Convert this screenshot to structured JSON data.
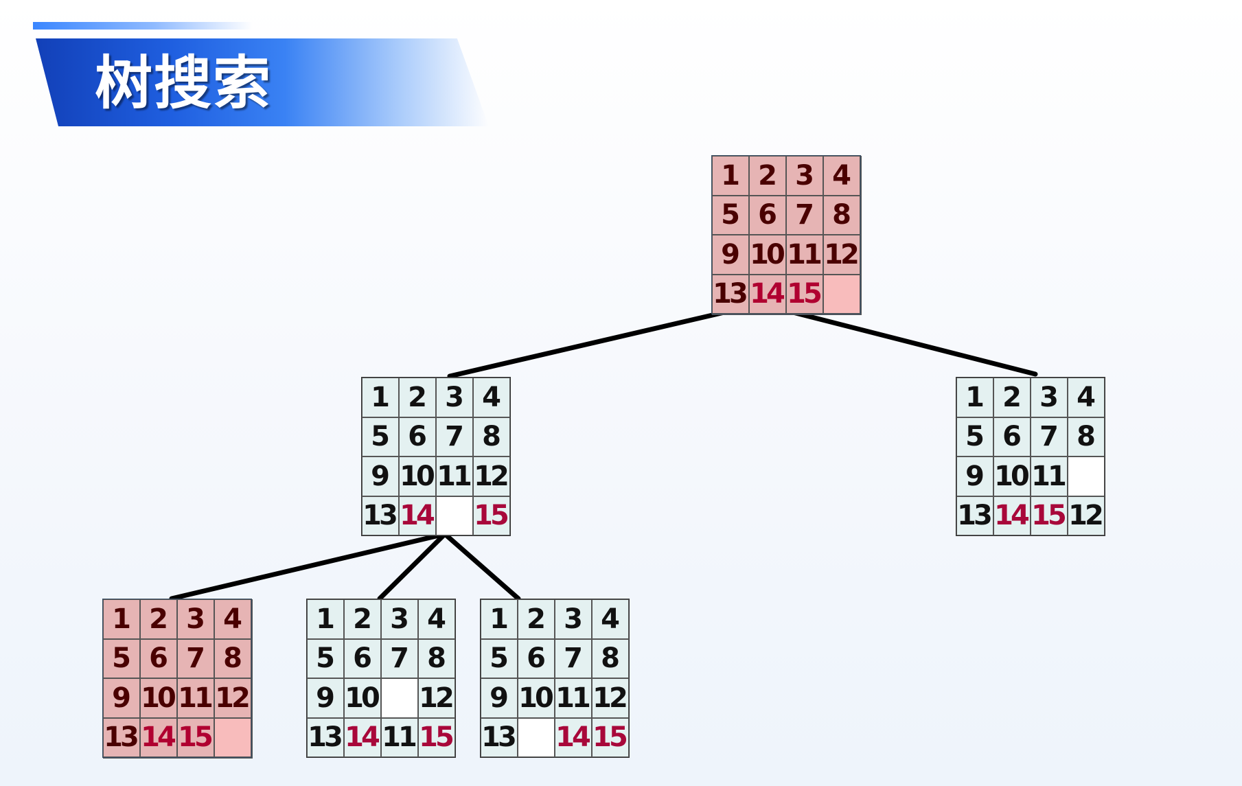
{
  "header": {
    "title": "树搜索"
  },
  "colors": {
    "highlight_tile": "#e6b4b4",
    "normal_tile": "#e4f1f1",
    "emphasis_number": "#a8083a",
    "banner": "#1f5fe0"
  },
  "tree": {
    "root": {
      "highlight": true,
      "tiles": [
        "1",
        "2",
        "3",
        "4",
        "5",
        "6",
        "7",
        "8",
        "9",
        "10",
        "11",
        "12",
        "13",
        "14",
        "15",
        ""
      ]
    },
    "level1": [
      {
        "highlight": false,
        "tiles": [
          "1",
          "2",
          "3",
          "4",
          "5",
          "6",
          "7",
          "8",
          "9",
          "10",
          "11",
          "12",
          "13",
          "14",
          "",
          "15"
        ]
      },
      {
        "highlight": false,
        "tiles": [
          "1",
          "2",
          "3",
          "4",
          "5",
          "6",
          "7",
          "8",
          "9",
          "10",
          "11",
          "",
          "13",
          "14",
          "15",
          "12"
        ]
      }
    ],
    "level2": [
      {
        "highlight": true,
        "tiles": [
          "1",
          "2",
          "3",
          "4",
          "5",
          "6",
          "7",
          "8",
          "9",
          "10",
          "11",
          "12",
          "13",
          "14",
          "15",
          ""
        ]
      },
      {
        "highlight": false,
        "tiles": [
          "1",
          "2",
          "3",
          "4",
          "5",
          "6",
          "7",
          "8",
          "9",
          "10",
          "",
          "12",
          "13",
          "14",
          "11",
          "15"
        ]
      },
      {
        "highlight": false,
        "tiles": [
          "1",
          "2",
          "3",
          "4",
          "5",
          "6",
          "7",
          "8",
          "9",
          "10",
          "11",
          "12",
          "13",
          "",
          "14",
          "15"
        ]
      }
    ]
  }
}
